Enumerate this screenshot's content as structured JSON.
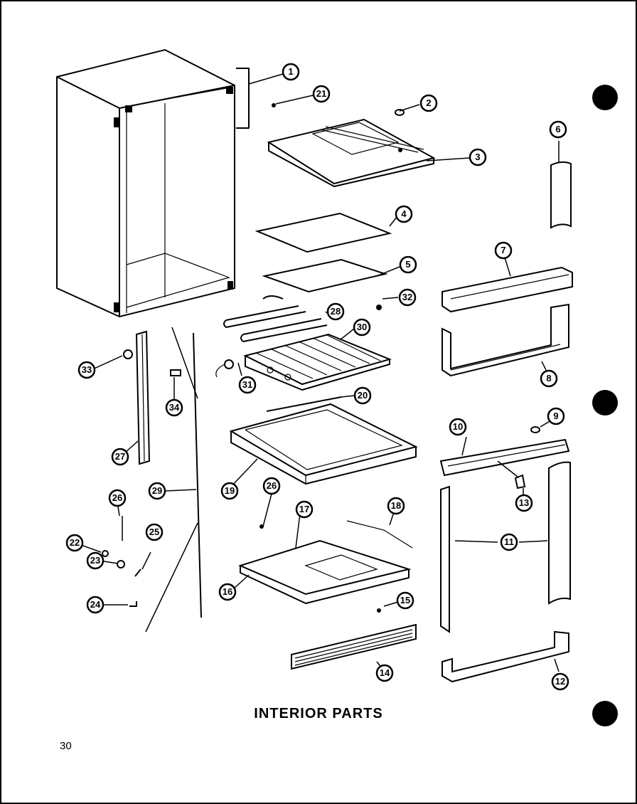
{
  "title": "INTERIOR PARTS",
  "page_number": "30",
  "callouts": [
    "1",
    "2",
    "3",
    "4",
    "5",
    "6",
    "7",
    "8",
    "9",
    "10",
    "11",
    "12",
    "13",
    "14",
    "15",
    "16",
    "17",
    "18",
    "19",
    "20",
    "21",
    "22",
    "23",
    "24",
    "25",
    "26",
    "27",
    "28",
    "29",
    "30",
    "31",
    "32",
    "33",
    "34"
  ],
  "colors": {
    "ink": "#000000",
    "paper": "#ffffff"
  }
}
